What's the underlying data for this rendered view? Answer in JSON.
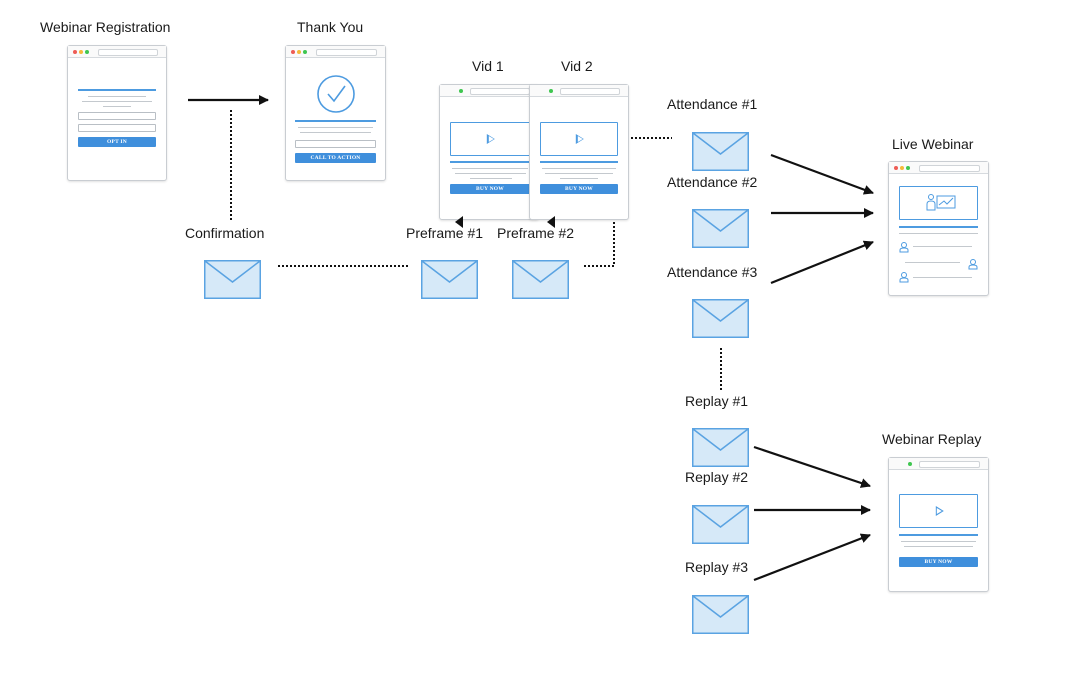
{
  "labels": {
    "webinar_registration": "Webinar Registration",
    "thank_you": "Thank You",
    "vid1": "Vid 1",
    "vid2": "Vid 2",
    "attendance1": "Attendance #1",
    "attendance2": "Attendance #2",
    "attendance3": "Attendance #3",
    "live_webinar": "Live Webinar",
    "confirmation": "Confirmation",
    "preframe1": "Preframe #1",
    "preframe2": "Preframe #2",
    "replay1": "Replay #1",
    "replay2": "Replay #2",
    "replay3": "Replay #3",
    "webinar_replay": "Webinar Replay"
  },
  "buttons": {
    "opt_in": "OPT IN",
    "call_to_action": "CALL TO ACTION",
    "buy_now_vid1": "BUY NOW",
    "buy_now_vid2": "BUY NOW",
    "buy_now_replay": "BUY NOW"
  },
  "colors": {
    "accent": "#3f8fdc",
    "envelope_fill": "#d6e9f8",
    "envelope_stroke": "#5aa3e2",
    "dot_red": "#ee5c55",
    "dot_yellow": "#f5b93a",
    "dot_green": "#3fc650"
  }
}
